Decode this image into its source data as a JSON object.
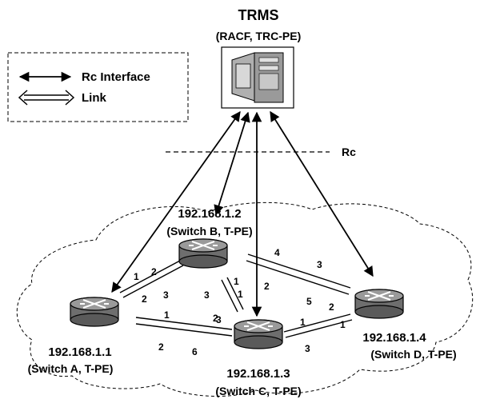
{
  "server": {
    "title": "TRMS",
    "subtitle": "(RACF, TRC-PE)"
  },
  "legend": {
    "rc_interface": "Rc Interface",
    "link": "Link"
  },
  "rc_label": "Rc",
  "switches": {
    "b": {
      "ip": "192.168.1.2",
      "label": "(Switch B, T-PE)"
    },
    "a": {
      "ip": "192.168.1.1",
      "label": "(Switch A, T-PE)"
    },
    "c": {
      "ip": "192.168.1.3",
      "label": "(Switch C, T-PE)"
    },
    "d": {
      "ip": "192.168.1.4",
      "label": "(Switch D, T-PE)"
    }
  },
  "port_numbers": {
    "ab_a1": "1",
    "ab_a2": "2",
    "ab_b2": "2",
    "ab_b3": "3",
    "ac_a1": "1",
    "ac_a2": "2",
    "ac_c3": "3",
    "ac_c6": "6",
    "bc_b3": "3",
    "bc_b1": "1",
    "bc_c2": "2",
    "bc_c1": "1",
    "bd_b4": "4",
    "bd_b2": "2",
    "bd_d3": "3",
    "bd_d5": "5",
    "cd_c1": "1",
    "cd_c3": "3",
    "cd_d2": "2",
    "cd_d1": "1"
  }
}
